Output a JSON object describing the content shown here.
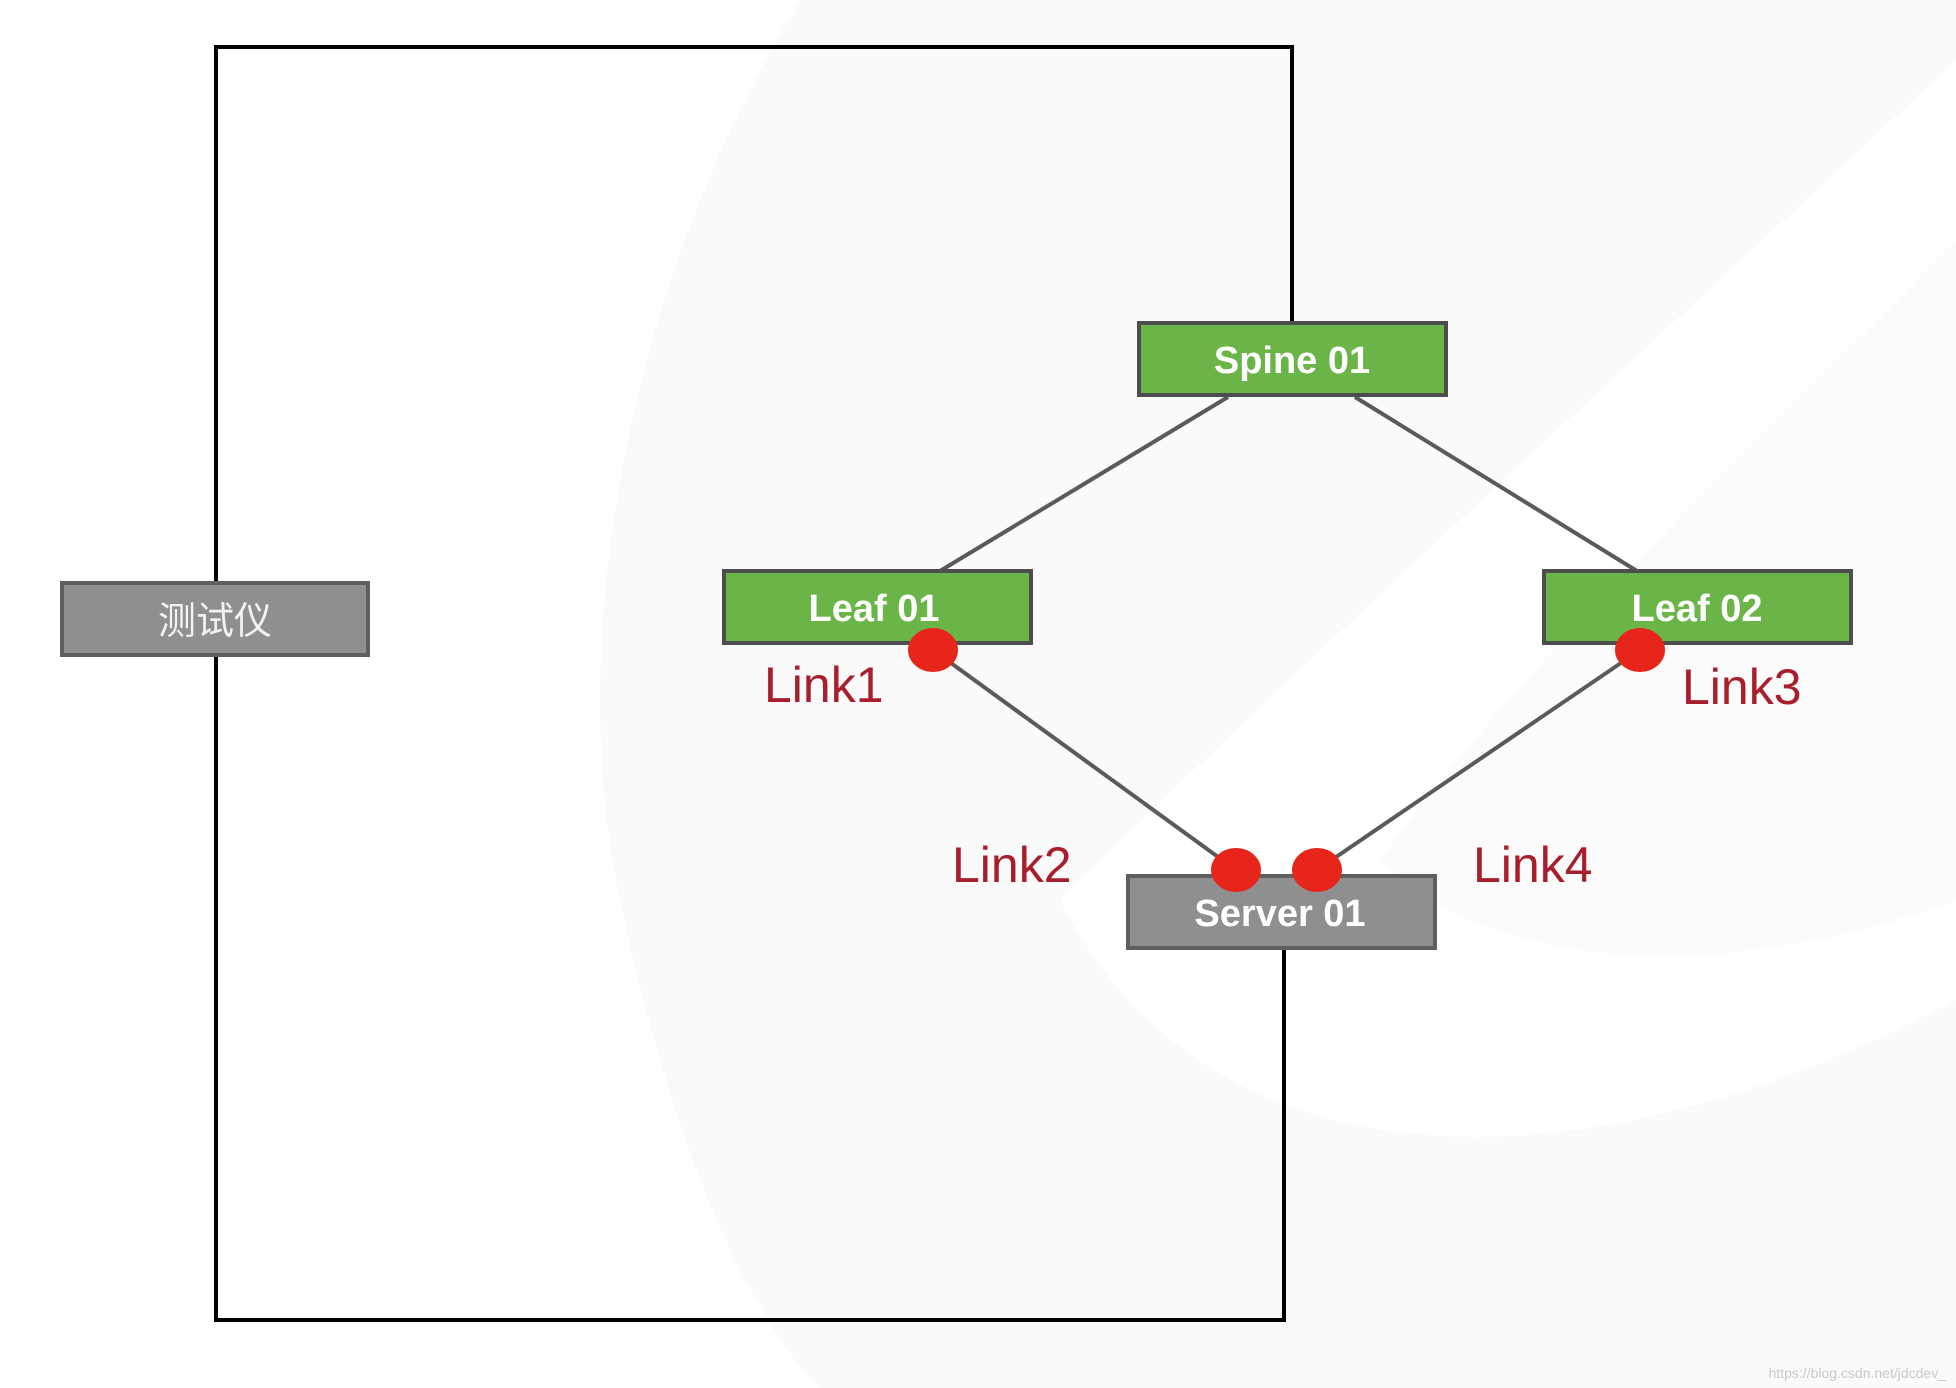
{
  "diagram": {
    "nodes": {
      "tester": {
        "label": "测试仪",
        "fill": "#8f8f8f",
        "stroke": "#5e5e5e"
      },
      "spine01": {
        "label": "Spine 01",
        "fill": "#6bb548",
        "stroke": "#4d4d4d"
      },
      "leaf01": {
        "label": "Leaf 01",
        "fill": "#6bb548",
        "stroke": "#4d4d4d"
      },
      "leaf02": {
        "label": "Leaf 02",
        "fill": "#6bb548",
        "stroke": "#4d4d4d"
      },
      "server01": {
        "label": "Server 01",
        "fill": "#8f8f8f",
        "stroke": "#5e5e5e"
      }
    },
    "links": {
      "link1": "Link1",
      "link2": "Link2",
      "link3": "Link3",
      "link4": "Link4"
    },
    "colors": {
      "link_dot": "#e8251b",
      "link_label": "#a81e2d",
      "edge": "#5a5a5a",
      "frame": "#000000"
    }
  },
  "watermark": "https://blog.csdn.net/jdcdev_"
}
